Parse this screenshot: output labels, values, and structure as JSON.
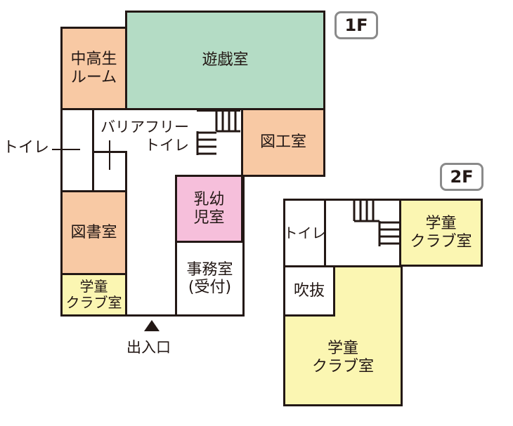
{
  "floors": {
    "first": {
      "badge": "1F",
      "rooms": {
        "chukousei": "中高生\nルーム",
        "yugi": "遊戯室",
        "zuko": "図工室",
        "nyuyoji": "乳幼\n児室",
        "tosho": "図書室",
        "gakudo_small": "学童\nクラブ室",
        "jimu": "事務室\n(受付)"
      },
      "labels": {
        "toilet_left": "トイレ",
        "barrier_free": "バリアフリー\nトイレ",
        "entrance": "出入口"
      }
    },
    "second": {
      "badge": "2F",
      "rooms": {
        "toilet": "トイレ",
        "gakudo_top": "学童\nクラブ室",
        "fukinuke": "吹抜",
        "gakudo_main": "学童\nクラブ室"
      }
    }
  },
  "colors": {
    "green": "#b4dcc5",
    "orange": "#f8c9a4",
    "pink": "#f6bfdb",
    "yellow": "#fbf6b2",
    "white": "#ffffff",
    "line": "#231815",
    "badge_border": "#8a8a8a"
  }
}
